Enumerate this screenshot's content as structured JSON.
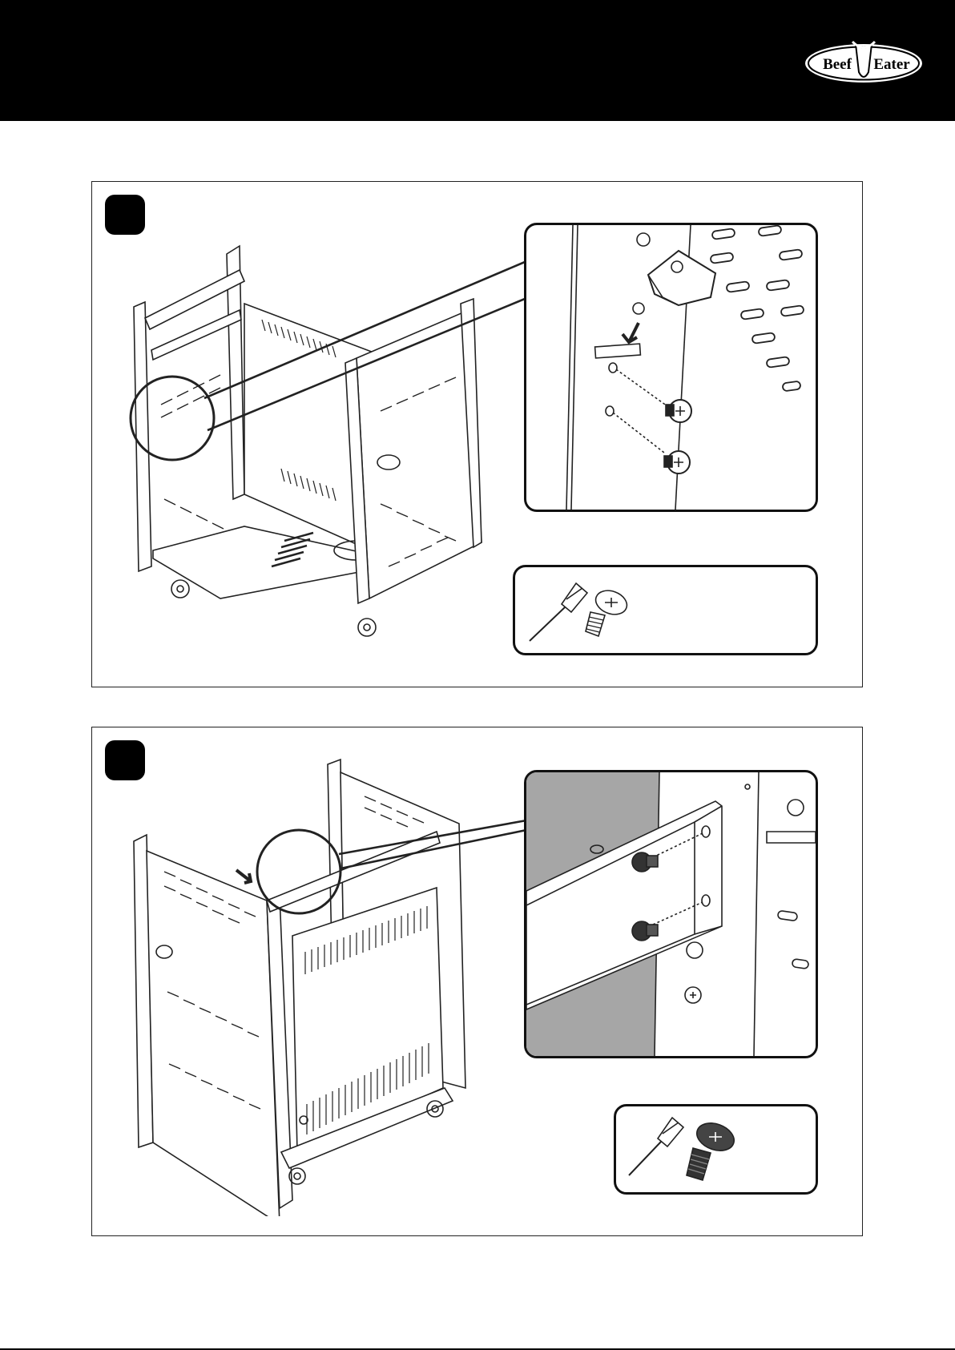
{
  "brand": {
    "logo_left": "Beef",
    "logo_right": "Eater"
  },
  "colors": {
    "header": "#000000",
    "line": "#222222",
    "shade": "#a6a6a6"
  },
  "steps": [
    {
      "illustration": "cart-frame-front-view",
      "detail": "hook-bracket-screws",
      "tools": [
        "screwdriver-icon",
        "screw-icon"
      ]
    },
    {
      "illustration": "cart-frame-rear-view",
      "detail": "rail-bracket-screws",
      "tools": [
        "screwdriver-icon",
        "screw-icon"
      ]
    }
  ]
}
